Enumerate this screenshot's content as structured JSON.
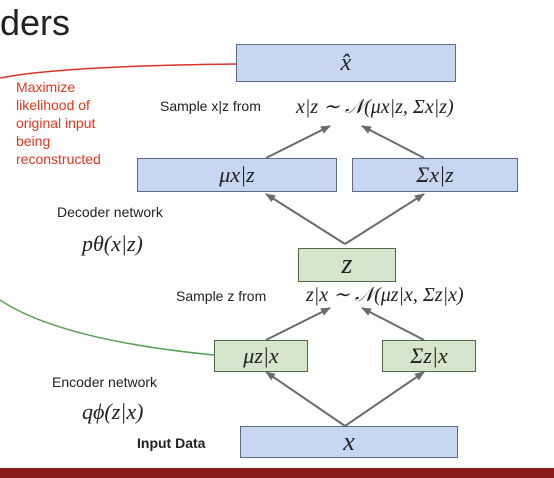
{
  "slide": {
    "title_partial": "ders",
    "annotation_text": [
      "Maximize",
      "likelihood of",
      "original input",
      "being",
      "reconstructed"
    ],
    "decoder_label": "Decoder network",
    "decoder_math": "pθ(x|z)",
    "encoder_label": "Encoder network",
    "encoder_math": "qϕ(z|x)",
    "sample_x_label": "Sample x|z from",
    "sample_x_math": "x|z ∼ 𝒩(μx|z, Σx|z)",
    "sample_z_label": "Sample z from",
    "sample_z_math": "z|x ∼ 𝒩(μz|x, Σz|x)",
    "input_label": "Input Data"
  },
  "nodes": {
    "x_hat": "x̂",
    "mu_x": "μx|z",
    "sigma_x": "Σx|z",
    "z": "z",
    "mu_z": "μz|x",
    "sigma_z": "Σz|x",
    "x": "x"
  },
  "colors": {
    "decoder_box": "#c7d6f1",
    "encoder_box": "#d6e6cc",
    "annotation": "#e8351b",
    "curve_red": "#d9352b",
    "curve_green": "#5aa05a",
    "bottom_bar": "#8b1a1a"
  }
}
